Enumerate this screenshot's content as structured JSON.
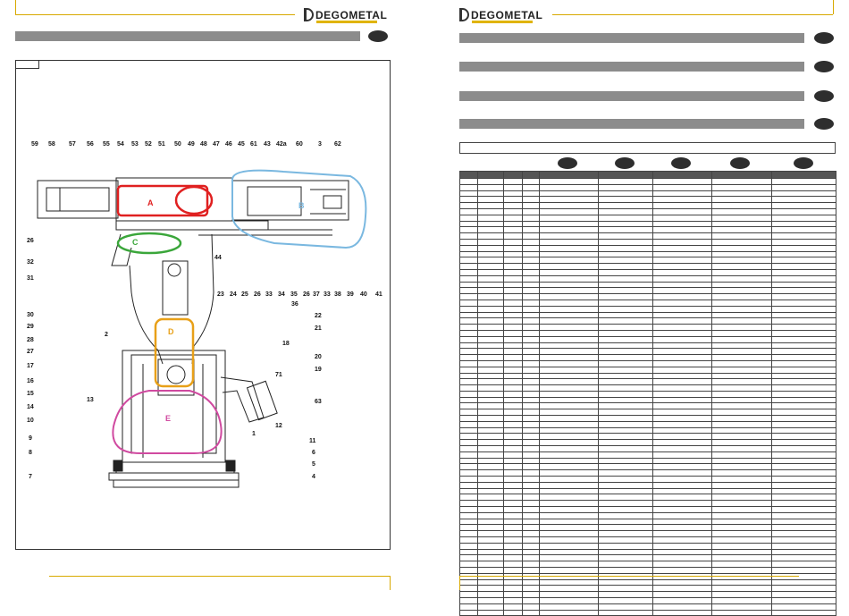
{
  "brand": {
    "name": "DEGOMETAL",
    "tagline": ""
  },
  "left_page": {
    "figure_tag": "",
    "part_labels_top": [
      "59",
      "58",
      "57",
      "56",
      "55",
      "54",
      "53",
      "52",
      "51",
      "50",
      "49",
      "48",
      "47",
      "46",
      "45",
      "61",
      "43",
      "42a",
      "60",
      "3",
      "62"
    ],
    "part_labels_left": [
      "26",
      "32",
      "31",
      "30",
      "29",
      "28",
      "27",
      "17",
      "16",
      "15",
      "14",
      "13",
      "10",
      "9",
      "8",
      "7",
      "2"
    ],
    "part_labels_right": [
      "44",
      "23",
      "24",
      "25",
      "26",
      "33",
      "34",
      "35",
      "36",
      "26",
      "37",
      "33",
      "38",
      "39",
      "40",
      "41",
      "22",
      "21",
      "18",
      "20",
      "19",
      "71",
      "63",
      "12",
      "1",
      "11",
      "6",
      "5",
      "4"
    ],
    "section_letters": [
      "A",
      "B",
      "C",
      "D",
      "E"
    ],
    "section_colors": {
      "A": "#e02020",
      "B": "#7ab8e0",
      "C": "#3aa63a",
      "D": "#e8a018",
      "E": "#d04aa0"
    }
  },
  "right_page": {
    "title_bars": 4,
    "table_columns": 9,
    "table_rows": 72
  }
}
